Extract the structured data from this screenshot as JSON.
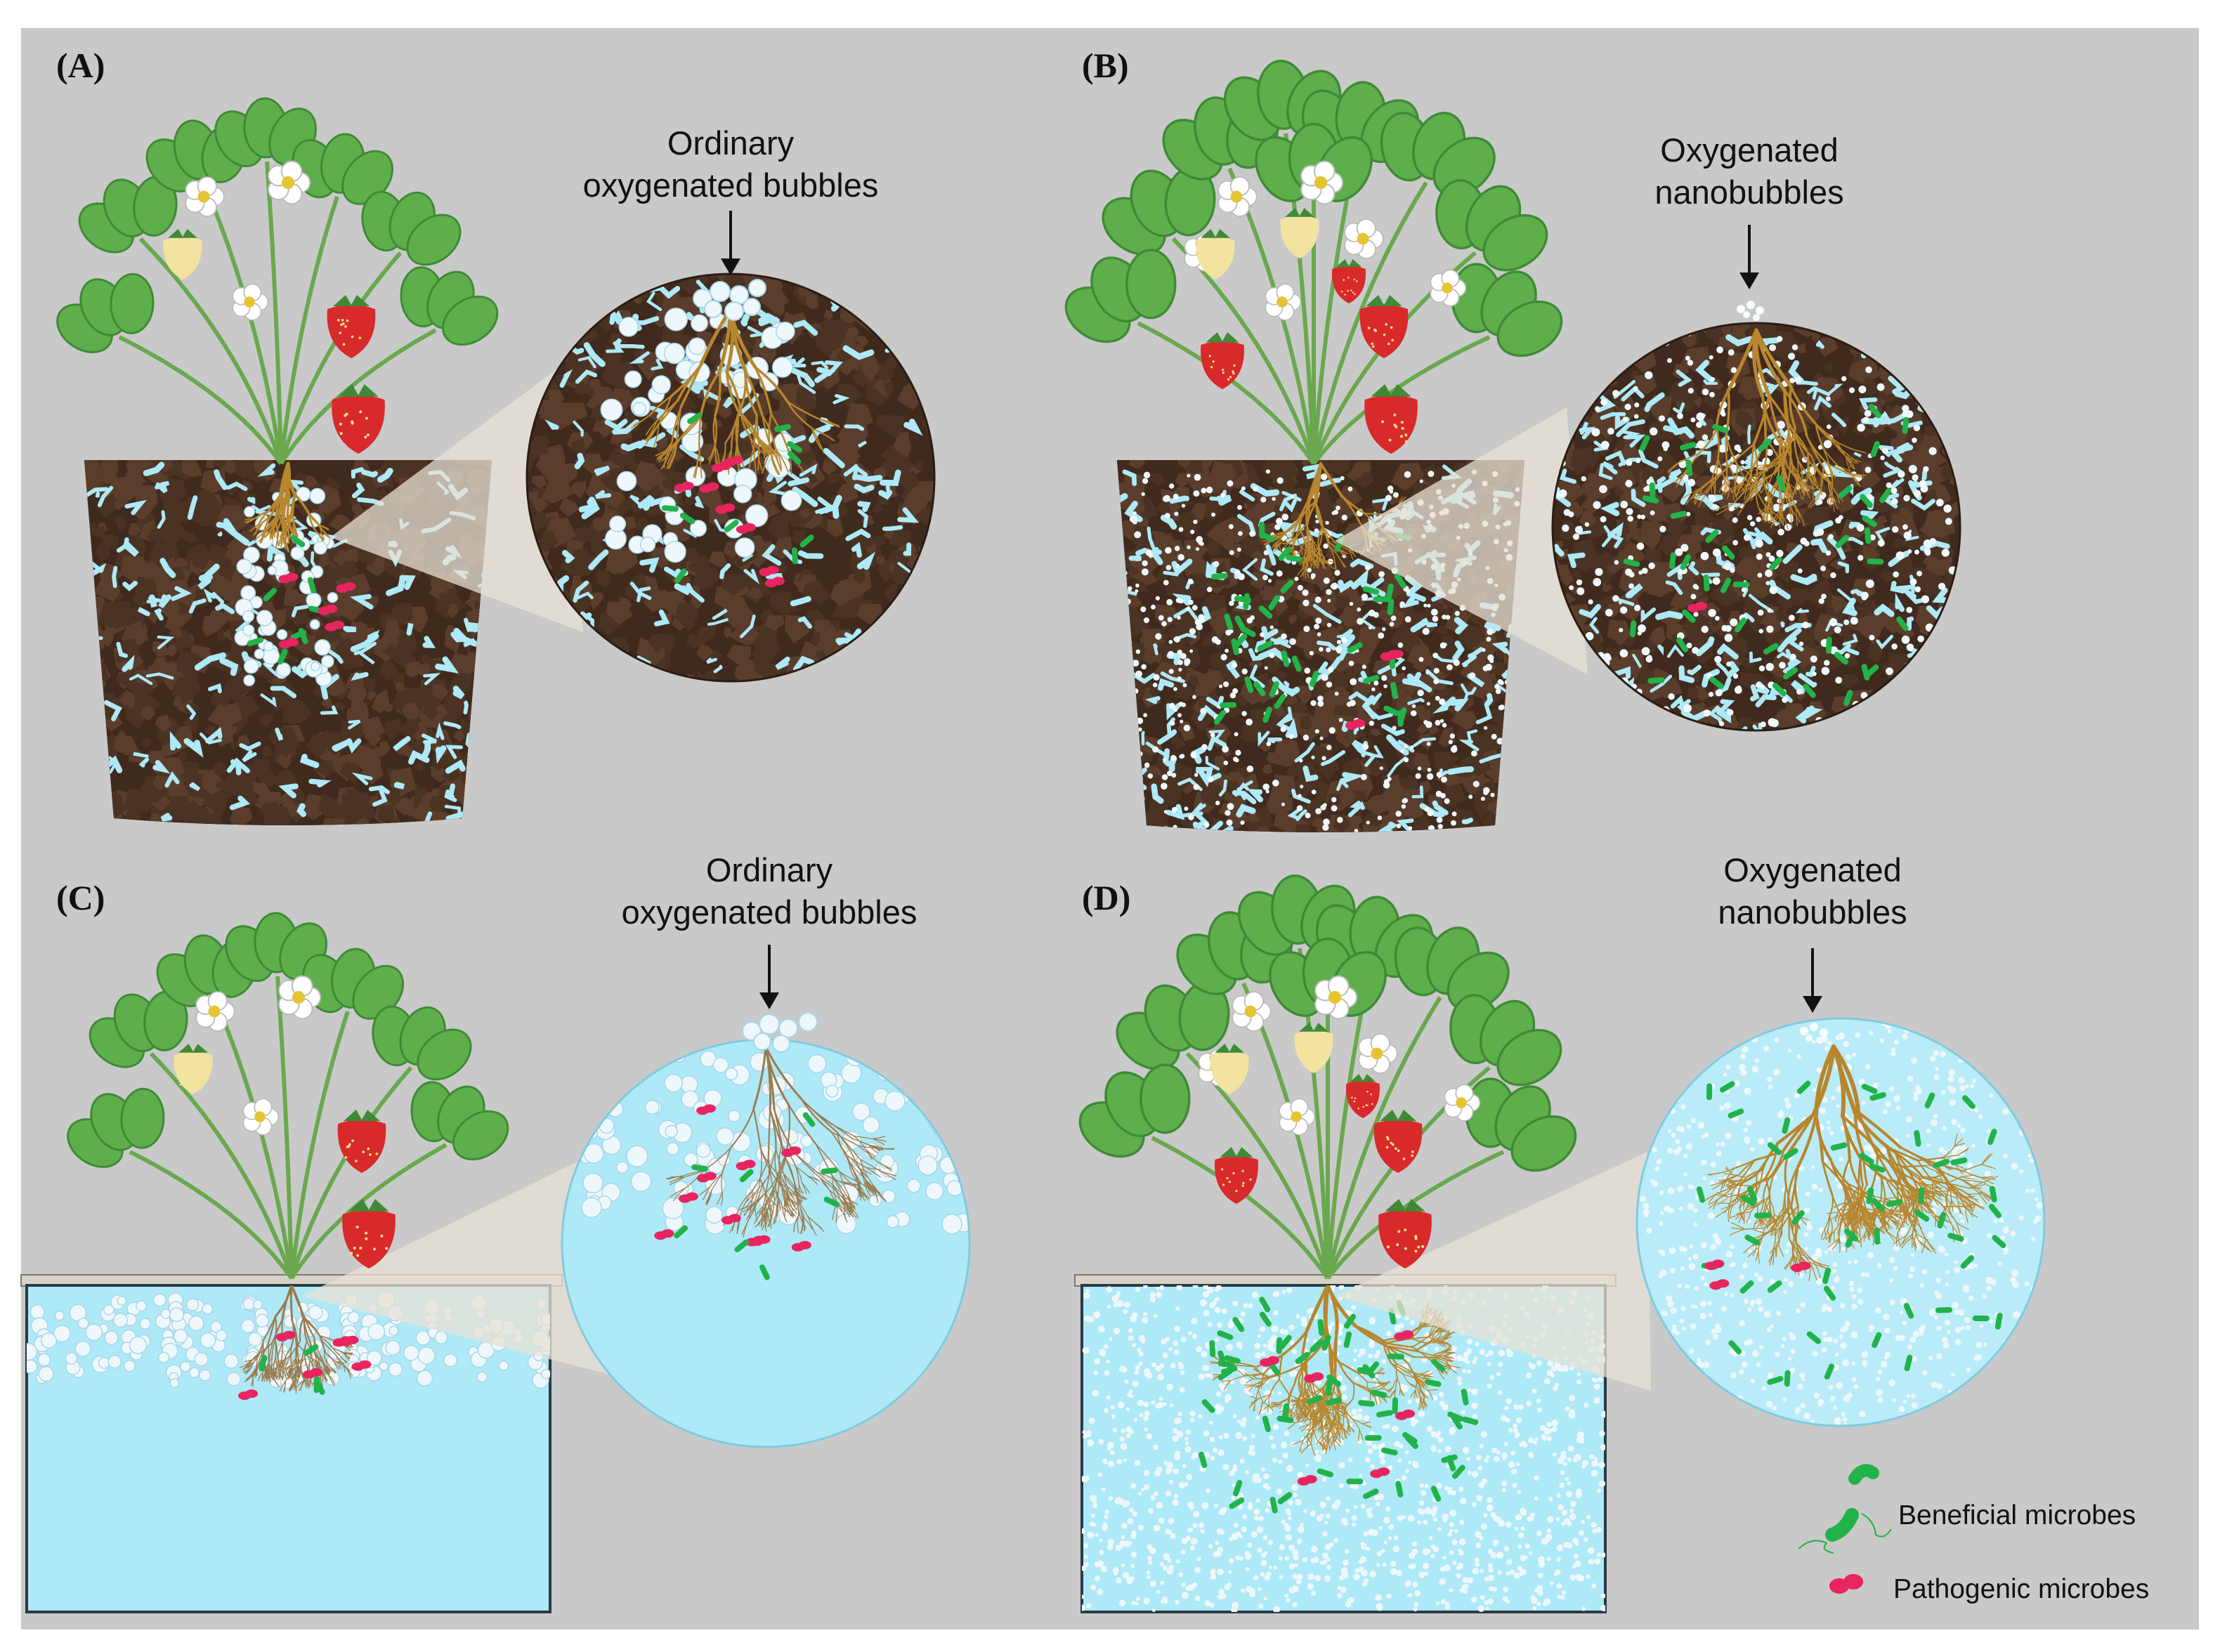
{
  "colors": {
    "background": "#c9c9c9",
    "soil": "#3f2a1d",
    "soil_chunk": "#5a3d2b",
    "water": "#aee9f7",
    "root": "#b8862e",
    "leaf": "#5fae4c",
    "strawberry": "#d82a2a",
    "beneficial": "#22b24a",
    "pathogenic": "#e8255f",
    "bubble": "#eef8fc",
    "pot": "#1e1e1e"
  },
  "panels": [
    {
      "id": "A",
      "label": "(A)",
      "callout_lines": [
        "Ordinary",
        "oxygenated bubbles"
      ],
      "medium": "soil",
      "bubble_type": "ordinary"
    },
    {
      "id": "B",
      "label": "(B)",
      "callout_lines": [
        "Oxygenated",
        "nanobubbles"
      ],
      "medium": "soil",
      "bubble_type": "nano"
    },
    {
      "id": "C",
      "label": "(C)",
      "callout_lines": [
        "Ordinary",
        "oxygenated bubbles"
      ],
      "medium": "water",
      "bubble_type": "ordinary"
    },
    {
      "id": "D",
      "label": "(D)",
      "callout_lines": [
        "Oxygenated",
        "nanobubbles"
      ],
      "medium": "water",
      "bubble_type": "nano"
    }
  ],
  "legend": {
    "beneficial": "Beneficial microbes",
    "pathogenic": "Pathogenic microbes",
    "beneficial_icon": "green-rod-bacteria-icon",
    "pathogenic_icon": "pink-coccus-bacteria-icon"
  }
}
